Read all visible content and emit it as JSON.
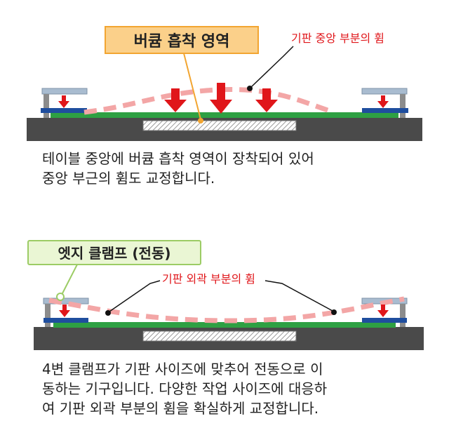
{
  "diagram1": {
    "label_box": "버큠 흡착 영역",
    "callout": "기판 중앙 부분의 휨",
    "caption_lines": [
      "테이블 중앙에 버큠 흡착 영역이 장착되어 있어",
      "중앙 부근의 휨도 교정합니다."
    ]
  },
  "diagram2": {
    "label_box": "엣지 클램프 (전동)",
    "callout": "기판 외곽 부분의 휨",
    "caption_lines": [
      "4변 클램프가 기판 사이즈에 맞추어 전동으로 이",
      "동하는 기구입니다. 다양한 작업 사이즈에 대응하",
      "여 기판 외곽 부분의 휨을 확실하게 교정합니다."
    ]
  },
  "colors": {
    "table": "#4a4a4a",
    "board": "#2ea043",
    "clamp_bar": "#1f4e9e",
    "clamp_top": "#a9bcd0",
    "post": "#8c8c8c",
    "arrow": "#e0161a",
    "warp": "#f3a6a6",
    "label_fill": "#fbd08a",
    "label_border": "#f2a531",
    "label2_fill": "#eaf6d4",
    "label2_border": "#9ccc65",
    "callout_text": "#e0161a"
  }
}
